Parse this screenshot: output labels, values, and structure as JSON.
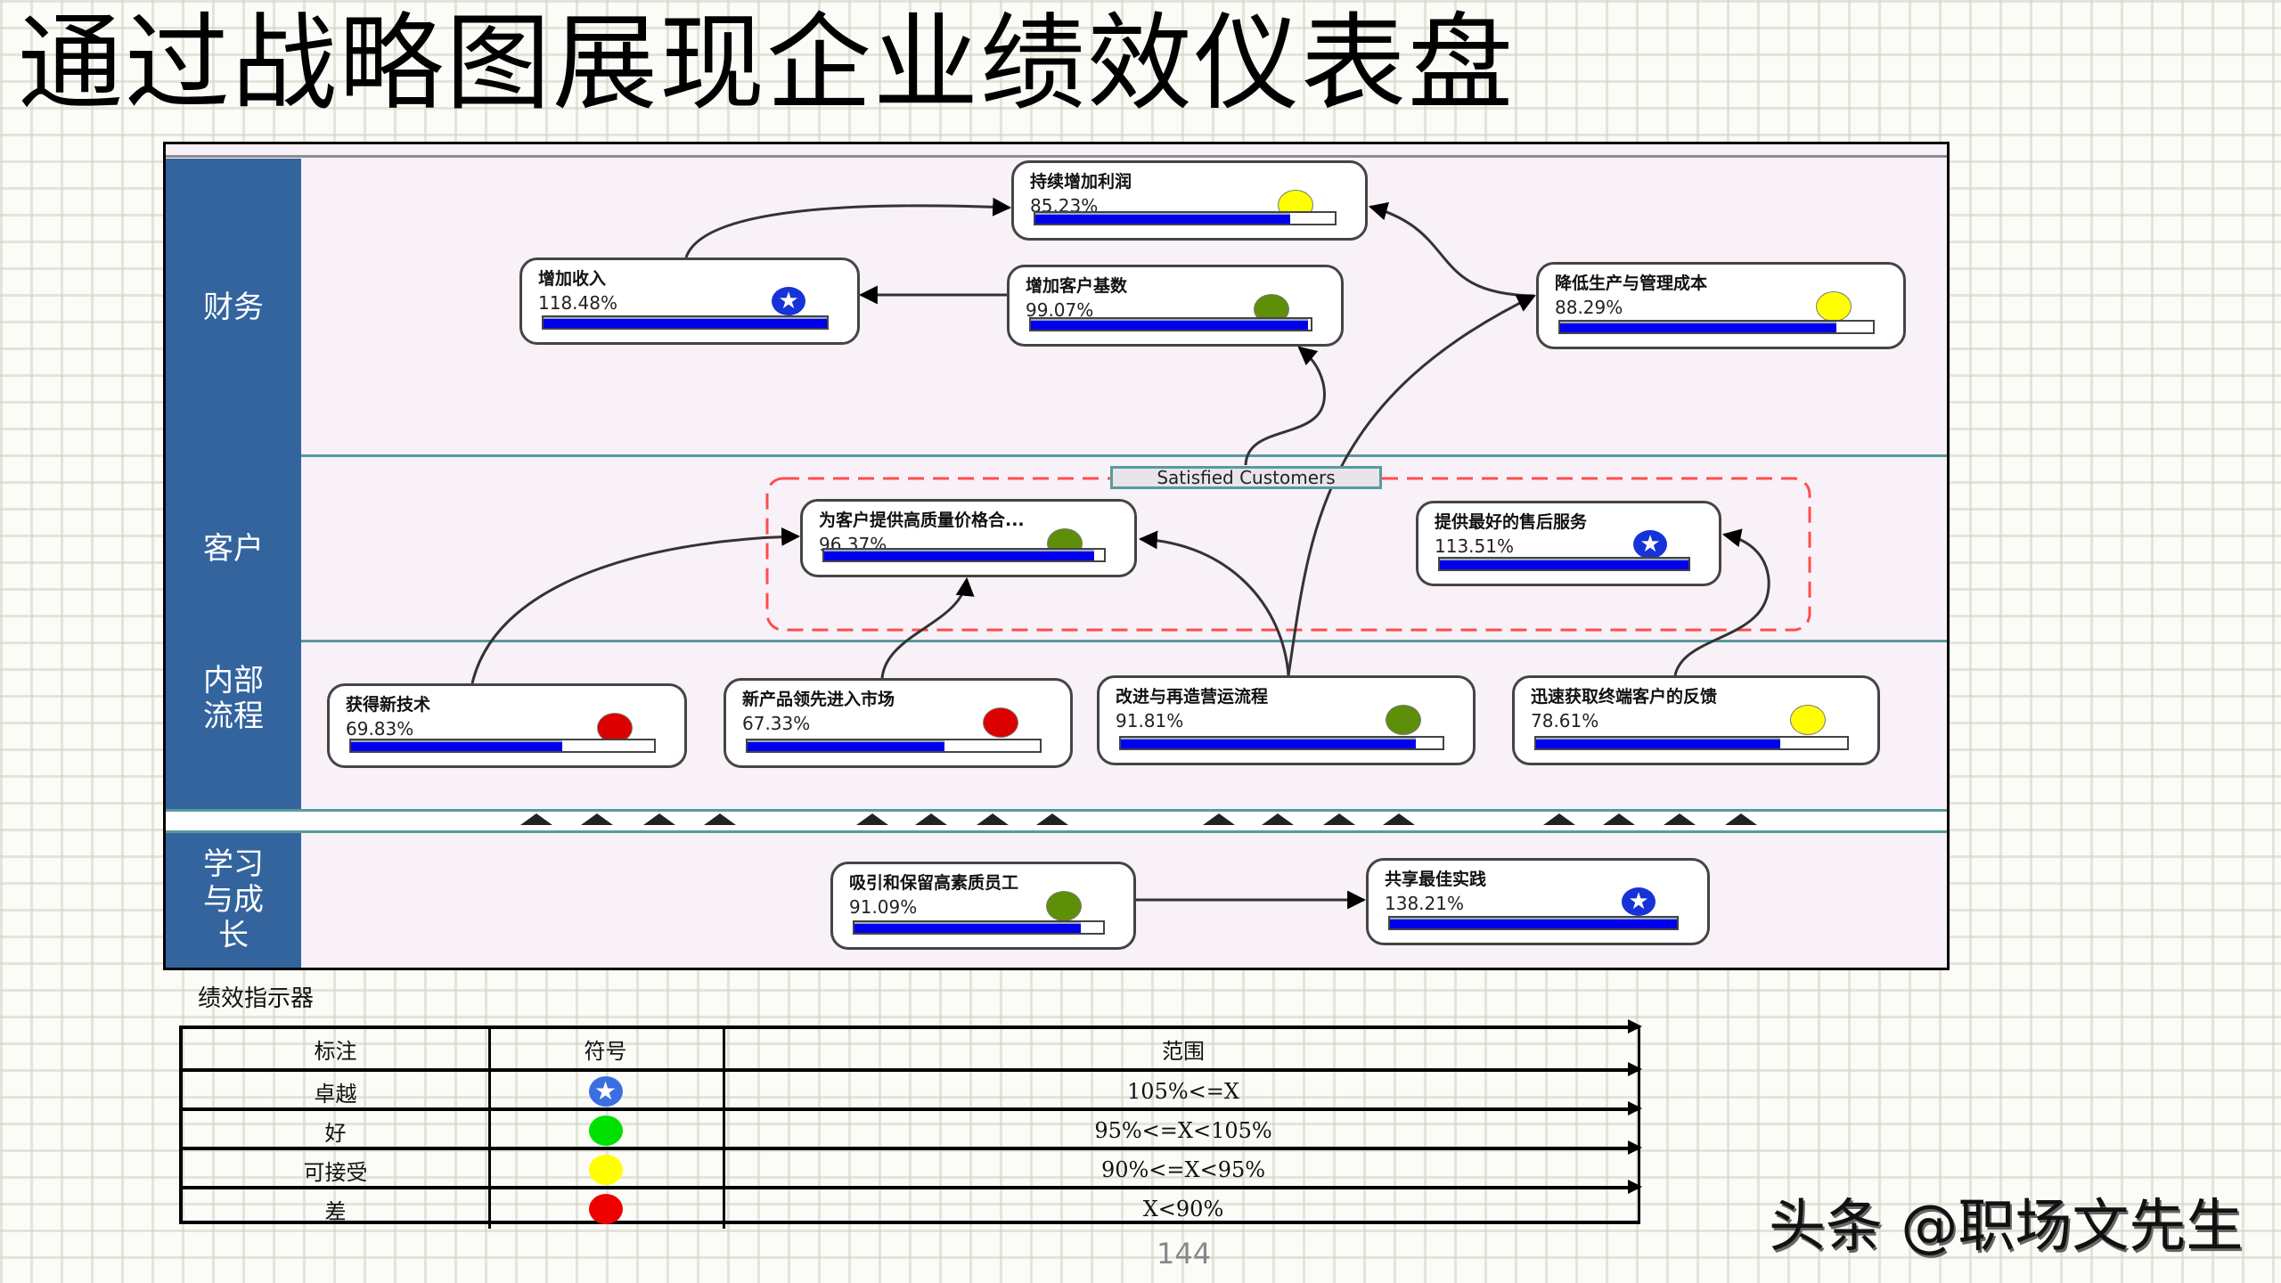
{
  "title": "通过战略图展现企业绩效仪表盘",
  "perspectives": [
    {
      "label": "财务"
    },
    {
      "label": "客户"
    },
    {
      "label": "内部流程"
    },
    {
      "label": "学习与成长"
    }
  ],
  "group_label": "Satisfied Customers",
  "objectives": [
    {
      "id": "profit",
      "name": "持续增加利润",
      "percent": "85.23%",
      "value": 85.23,
      "status": "acceptable"
    },
    {
      "id": "revenue",
      "name": "增加收入",
      "percent": "118.48%",
      "value": 118.48,
      "status": "excellent"
    },
    {
      "id": "customer-base",
      "name": "增加客户基数",
      "percent": "99.07%",
      "value": 99.07,
      "status": "good"
    },
    {
      "id": "cost",
      "name": "降低生产与管理成本",
      "percent": "88.29%",
      "value": 88.29,
      "status": "acceptable"
    },
    {
      "id": "quality-price",
      "name": "为客户提供高质量价格合...",
      "percent": "96.37%",
      "value": 96.37,
      "status": "good"
    },
    {
      "id": "after-sales",
      "name": "提供最好的售后服务",
      "percent": "113.51%",
      "value": 113.51,
      "status": "excellent"
    },
    {
      "id": "new-tech",
      "name": "获得新技术",
      "percent": "69.83%",
      "value": 69.83,
      "status": "poor"
    },
    {
      "id": "new-product",
      "name": "新产品领先进入市场",
      "percent": "67.33%",
      "value": 67.33,
      "status": "poor"
    },
    {
      "id": "process",
      "name": "改进与再造营运流程",
      "percent": "91.81%",
      "value": 91.81,
      "status": "good"
    },
    {
      "id": "feedback",
      "name": "迅速获取终端客户的反馈",
      "percent": "78.61%",
      "value": 78.61,
      "status": "acceptable"
    },
    {
      "id": "talent",
      "name": "吸引和保留高素质员工",
      "percent": "91.09%",
      "value": 91.09,
      "status": "good"
    },
    {
      "id": "best-practice",
      "name": "共享最佳实践",
      "percent": "138.21%",
      "value": 138.21,
      "status": "excellent"
    }
  ],
  "links": [
    {
      "from": "revenue",
      "to": "profit"
    },
    {
      "from": "customer-base",
      "to": "revenue"
    },
    {
      "from": "cost",
      "to": "profit"
    },
    {
      "from": "profit",
      "to": "cost"
    },
    {
      "from": "quality-price",
      "to": "customer-base"
    },
    {
      "from": "process",
      "to": "cost"
    },
    {
      "from": "new-tech",
      "to": "quality-price"
    },
    {
      "from": "new-product",
      "to": "quality-price"
    },
    {
      "from": "process",
      "to": "quality-price"
    },
    {
      "from": "feedback",
      "to": "after-sales"
    },
    {
      "from": "talent",
      "to": "best-practice"
    }
  ],
  "status_colors": {
    "excellent": "#1533d6",
    "good": "#5e8f08",
    "acceptable": "#ffff00",
    "poor": "#dd0000"
  },
  "legend": {
    "title": "绩效指示器",
    "headers": [
      "标注",
      "符号",
      "范围"
    ],
    "rows": [
      {
        "label": "卓越",
        "symbol": "star-circle",
        "color": "#3a6fe0",
        "range": "105%<=X"
      },
      {
        "label": "好",
        "symbol": "circle",
        "color": "#00e000",
        "range": "95%<=X<105%"
      },
      {
        "label": "可接受",
        "symbol": "circle",
        "color": "#ffff00",
        "range": "90%<=X<95%"
      },
      {
        "label": "差",
        "symbol": "circle",
        "color": "#ee0000",
        "range": "X<90%"
      }
    ]
  },
  "page_number": "144",
  "watermark": "头条 @职场文先生"
}
